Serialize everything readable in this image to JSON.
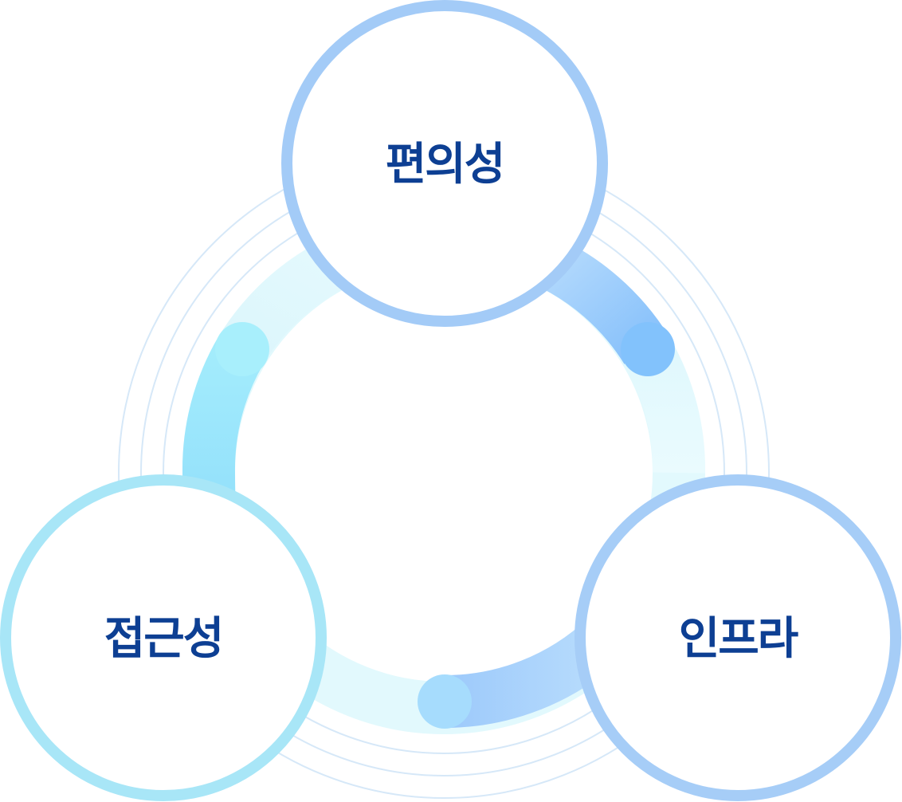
{
  "diagram": {
    "nodes": [
      {
        "id": "top",
        "label": "편의성",
        "ring_color": "#a3cbf7"
      },
      {
        "id": "left",
        "label": "접근성",
        "ring_color": "#a8e6f7"
      },
      {
        "id": "right",
        "label": "인프라",
        "ring_color": "#a6cdf7"
      }
    ],
    "colors": {
      "label": "#0d3f93",
      "orbit_line": "#d6e8f8",
      "track_light": "#e2f9fd",
      "arc_cyan": "#94e2fb",
      "arc_blue": "#8ec4fb",
      "dot_cyan": "#a8effc",
      "dot_blue": "#82c2fc",
      "dot_bottom": "#a6dcfd"
    }
  }
}
